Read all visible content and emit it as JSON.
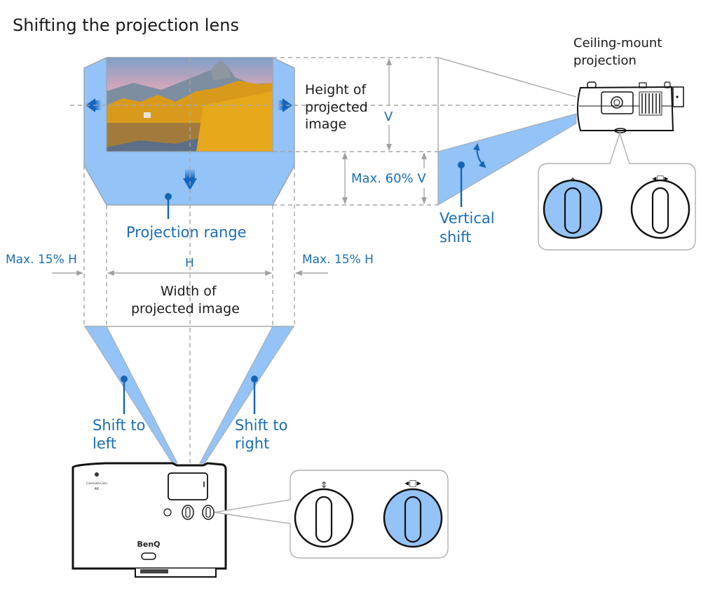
{
  "title": "Shifting the projection lens",
  "labels": {
    "height_of_projected_image": [
      "Height of",
      "projected",
      "image"
    ],
    "v_symbol": "V",
    "max_60_v": "Max. 60% V",
    "vertical_shift": [
      "Vertical",
      "shift"
    ],
    "ceiling_mount": [
      "Ceiling-mount",
      "projection"
    ],
    "projection_range": "Projection range",
    "max_15_h_left": "Max. 15% H",
    "max_15_h_right": "Max. 15% H",
    "h_symbol": "H",
    "width_of_projected_image": [
      "Width of",
      "projected image"
    ],
    "shift_to_left": [
      "Shift to",
      "left"
    ],
    "shift_to_right": [
      "Shift to",
      "right"
    ],
    "brand": "BenQ"
  },
  "dials": {
    "ceiling": {
      "vertical_dial_active": true,
      "horizontal_dial_active": false
    },
    "floor": {
      "vertical_dial_active": false,
      "horizontal_dial_active": true
    }
  },
  "colors": {
    "accent_blue": "#1a6db5",
    "shift_fill": "#93c3f7",
    "arrow_blue": "#1565c0",
    "guide_gray": "#a6a6a6"
  }
}
